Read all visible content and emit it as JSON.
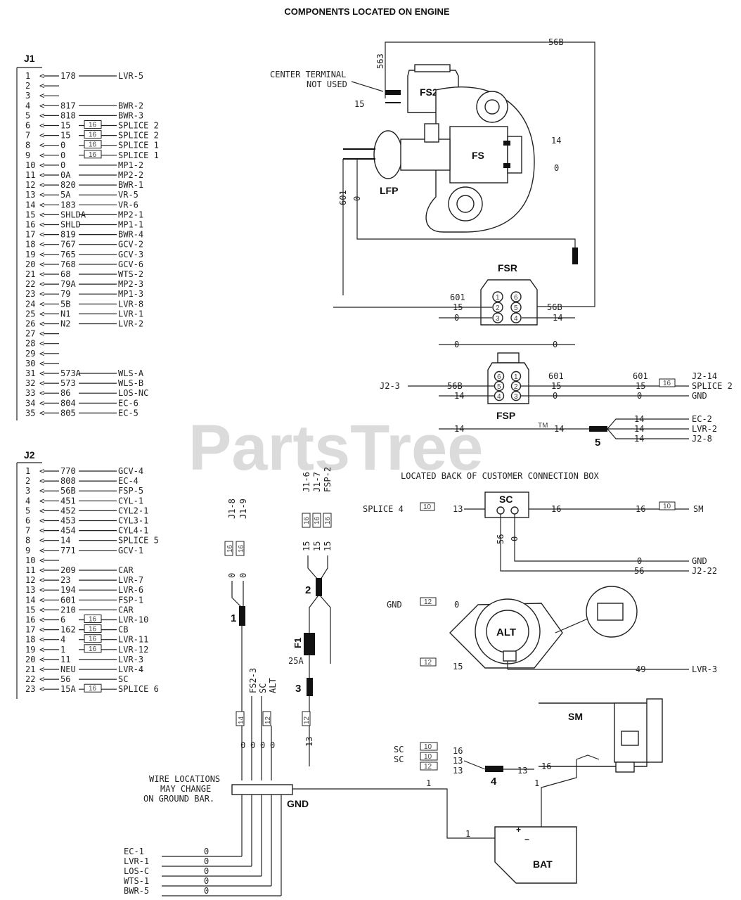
{
  "title": "COMPONENTS LOCATED ON ENGINE",
  "watermark": "PartsTree",
  "watermark_tm": "TM",
  "j1": {
    "label": "J1",
    "rows": [
      {
        "pin": "1",
        "wire": "178",
        "dest": "LVR-5",
        "gauge": ""
      },
      {
        "pin": "2",
        "wire": "",
        "dest": "",
        "gauge": ""
      },
      {
        "pin": "3",
        "wire": "",
        "dest": "",
        "gauge": ""
      },
      {
        "pin": "4",
        "wire": "817",
        "dest": "BWR-2",
        "gauge": ""
      },
      {
        "pin": "5",
        "wire": "818",
        "dest": "BWR-3",
        "gauge": ""
      },
      {
        "pin": "6",
        "wire": "15",
        "dest": "SPLICE 2",
        "gauge": "16"
      },
      {
        "pin": "7",
        "wire": "15",
        "dest": "SPLICE 2",
        "gauge": "16"
      },
      {
        "pin": "8",
        "wire": "0",
        "dest": "SPLICE 1",
        "gauge": "16"
      },
      {
        "pin": "9",
        "wire": "0",
        "dest": "SPLICE 1",
        "gauge": "16"
      },
      {
        "pin": "10",
        "wire": "0",
        "dest": "MP1-2",
        "gauge": ""
      },
      {
        "pin": "11",
        "wire": "0A",
        "dest": "MP2-2",
        "gauge": ""
      },
      {
        "pin": "12",
        "wire": "820",
        "dest": "BWR-1",
        "gauge": ""
      },
      {
        "pin": "13",
        "wire": "5A",
        "dest": "VR-5",
        "gauge": ""
      },
      {
        "pin": "14",
        "wire": "183",
        "dest": "VR-6",
        "gauge": ""
      },
      {
        "pin": "15",
        "wire": "SHLDA",
        "dest": "MP2-1",
        "gauge": ""
      },
      {
        "pin": "16",
        "wire": "SHLD",
        "dest": "MP1-1",
        "gauge": ""
      },
      {
        "pin": "17",
        "wire": "819",
        "dest": "BWR-4",
        "gauge": ""
      },
      {
        "pin": "18",
        "wire": "767",
        "dest": "GCV-2",
        "gauge": ""
      },
      {
        "pin": "19",
        "wire": "765",
        "dest": "GCV-3",
        "gauge": ""
      },
      {
        "pin": "20",
        "wire": "768",
        "dest": "GCV-6",
        "gauge": ""
      },
      {
        "pin": "21",
        "wire": "68",
        "dest": "WTS-2",
        "gauge": ""
      },
      {
        "pin": "22",
        "wire": "79A",
        "dest": "MP2-3",
        "gauge": ""
      },
      {
        "pin": "23",
        "wire": "79",
        "dest": "MP1-3",
        "gauge": ""
      },
      {
        "pin": "24",
        "wire": "5B",
        "dest": "LVR-8",
        "gauge": ""
      },
      {
        "pin": "25",
        "wire": "N1",
        "dest": "LVR-1",
        "gauge": ""
      },
      {
        "pin": "26",
        "wire": "N2",
        "dest": "LVR-2",
        "gauge": ""
      },
      {
        "pin": "27",
        "wire": "",
        "dest": "",
        "gauge": ""
      },
      {
        "pin": "28",
        "wire": "",
        "dest": "",
        "gauge": ""
      },
      {
        "pin": "29",
        "wire": "",
        "dest": "",
        "gauge": ""
      },
      {
        "pin": "30",
        "wire": "",
        "dest": "",
        "gauge": ""
      },
      {
        "pin": "31",
        "wire": "573A",
        "dest": "WLS-A",
        "gauge": ""
      },
      {
        "pin": "32",
        "wire": "573",
        "dest": "WLS-B",
        "gauge": ""
      },
      {
        "pin": "33",
        "wire": "86",
        "dest": "LOS-NC",
        "gauge": ""
      },
      {
        "pin": "34",
        "wire": "804",
        "dest": "EC-6",
        "gauge": ""
      },
      {
        "pin": "35",
        "wire": "805",
        "dest": "EC-5",
        "gauge": ""
      }
    ]
  },
  "j2": {
    "label": "J2",
    "rows": [
      {
        "pin": "1",
        "wire": "770",
        "dest": "GCV-4",
        "gauge": ""
      },
      {
        "pin": "2",
        "wire": "808",
        "dest": "EC-4",
        "gauge": ""
      },
      {
        "pin": "3",
        "wire": "56B",
        "dest": "FSP-5",
        "gauge": ""
      },
      {
        "pin": "4",
        "wire": "451",
        "dest": "CYL-1",
        "gauge": ""
      },
      {
        "pin": "5",
        "wire": "452",
        "dest": "CYL2-1",
        "gauge": ""
      },
      {
        "pin": "6",
        "wire": "453",
        "dest": "CYL3-1",
        "gauge": ""
      },
      {
        "pin": "7",
        "wire": "454",
        "dest": "CYL4-1",
        "gauge": ""
      },
      {
        "pin": "8",
        "wire": "14",
        "dest": "SPLICE 5",
        "gauge": ""
      },
      {
        "pin": "9",
        "wire": "771",
        "dest": "GCV-1",
        "gauge": ""
      },
      {
        "pin": "10",
        "wire": "",
        "dest": "",
        "gauge": ""
      },
      {
        "pin": "11",
        "wire": "209",
        "dest": "CAR",
        "gauge": ""
      },
      {
        "pin": "12",
        "wire": "23",
        "dest": "LVR-7",
        "gauge": ""
      },
      {
        "pin": "13",
        "wire": "194",
        "dest": "LVR-6",
        "gauge": ""
      },
      {
        "pin": "14",
        "wire": "601",
        "dest": "FSP-1",
        "gauge": ""
      },
      {
        "pin": "15",
        "wire": "210",
        "dest": "CAR",
        "gauge": ""
      },
      {
        "pin": "16",
        "wire": "6",
        "dest": "LVR-10",
        "gauge": "16"
      },
      {
        "pin": "17",
        "wire": "162",
        "dest": "CB",
        "gauge": "16"
      },
      {
        "pin": "18",
        "wire": "4",
        "dest": "LVR-11",
        "gauge": "16"
      },
      {
        "pin": "19",
        "wire": "1",
        "dest": "LVR-12",
        "gauge": "16"
      },
      {
        "pin": "20",
        "wire": "11",
        "dest": "LVR-3",
        "gauge": ""
      },
      {
        "pin": "21",
        "wire": "NEU",
        "dest": "LVR-4",
        "gauge": ""
      },
      {
        "pin": "22",
        "wire": "56",
        "dest": "SC",
        "gauge": ""
      },
      {
        "pin": "23",
        "wire": "15A",
        "dest": "SPLICE 6",
        "gauge": "16"
      }
    ]
  },
  "fs": {
    "fs2": "FS2",
    "fs": "FS",
    "lfp": "LFP",
    "center_terminal_1": "CENTER TERMINAL",
    "center_terminal_2": "NOT USED",
    "w56b": "56B",
    "w563": "563",
    "w15": "15",
    "w14": "14",
    "w0": "0",
    "w601": "601",
    "w0b": "0"
  },
  "fsr": {
    "label": "FSR",
    "w601": "601",
    "w15": "15",
    "w0": "0",
    "w56b": "56B",
    "w14": "14",
    "pins": [
      "1",
      "2",
      "3",
      "4",
      "5",
      "6"
    ],
    "w0a": "0",
    "w0b": "0"
  },
  "fsp": {
    "label": "FSP",
    "j2_3": "J2-3",
    "w56b": "56B",
    "w14a": "14",
    "w601": "601",
    "w15": "15",
    "w0": "0",
    "w601b": "601",
    "w15b": "15",
    "gauge": "16",
    "splice2": "SPLICE 2",
    "j2_14": "J2-14",
    "w0b": "0",
    "gnd": "GND",
    "pins": [
      "6",
      "1",
      "5",
      "2",
      "4",
      "3"
    ]
  },
  "splice5": {
    "w14": "14",
    "w14b": "14",
    "label": "5",
    "r1w": "14",
    "r1d": "EC-2",
    "r2w": "14",
    "r2d": "LVR-2",
    "r3w": "14",
    "r3d": "J2-8"
  },
  "sc": {
    "header": "LOCATED BACK OF CUSTOMER CONNECTION BOX",
    "label": "SC",
    "splice4": "SPLICE 4",
    "g10": "10",
    "w13": "13",
    "w16": "16",
    "w16b": "16",
    "g10b": "10",
    "sm": "SM",
    "w56": "56",
    "w0": "0",
    "w0b": "0",
    "gnd": "GND",
    "w56b": "56",
    "j2_22": "J2-22"
  },
  "alt": {
    "label": "ALT",
    "gnd": "GND",
    "g12": "12",
    "w0": "0",
    "g12b": "12",
    "w15": "15",
    "w49": "49",
    "lvr3": "LVR-3"
  },
  "left_wires": {
    "top1": "J1-8",
    "top2": "J1-9",
    "g16a": "16",
    "g16b": "16",
    "w0a": "0",
    "w0b": "0",
    "splice1": "1",
    "labels": [
      "FS2-3",
      "SC",
      "ALT"
    ],
    "g14": "14",
    "g12": "12",
    "bottom": [
      "0",
      "0",
      "0",
      "0"
    ]
  },
  "fuse_wires": {
    "top": [
      "J1-6",
      "J1-7",
      "FSP-2"
    ],
    "gauges": [
      "16",
      "16",
      "16"
    ],
    "wires": [
      "15",
      "15",
      "15"
    ],
    "splice2": "2",
    "fuse": "F1",
    "fuse_rating": "25A",
    "splice3": "3",
    "g12": "12",
    "w13": "13"
  },
  "sm": {
    "label": "SM",
    "sc1": "SC",
    "sc2": "SC",
    "g10a": "10",
    "g10b": "10",
    "g12": "12",
    "w16": "16",
    "w13a": "13",
    "w13b": "13",
    "splice4": "4",
    "w13c": "13",
    "w16b": "16",
    "w1a": "1",
    "w1b": "1"
  },
  "gnd": {
    "note1": "WIRE LOCATIONS",
    "note2": "MAY CHANGE",
    "note3": "ON GROUND BAR.",
    "label": "GND",
    "w1": "1",
    "bottom_rows": [
      {
        "dest": "EC-1",
        "wire": "0"
      },
      {
        "dest": "LVR-1",
        "wire": "0"
      },
      {
        "dest": "LOS-C",
        "wire": "0"
      },
      {
        "dest": "WTS-1",
        "wire": "0"
      },
      {
        "dest": "BWR-5",
        "wire": "0"
      }
    ]
  },
  "bat": {
    "label": "BAT",
    "plus": "+",
    "minus": "−"
  }
}
